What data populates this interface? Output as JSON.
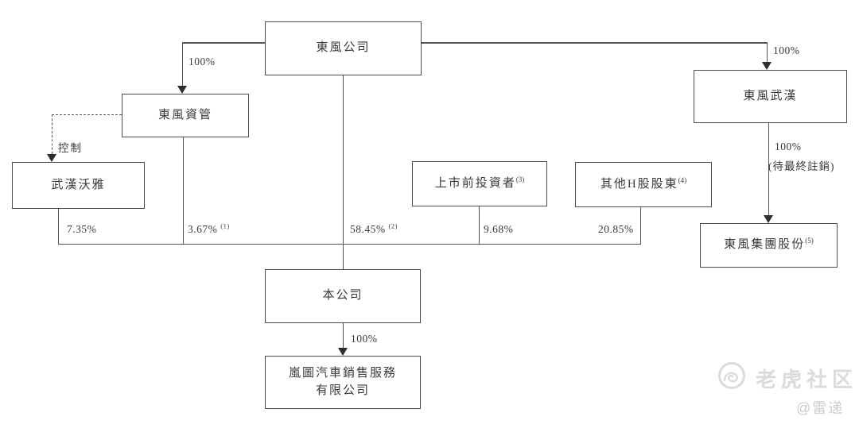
{
  "diagram": {
    "nodes": {
      "dongfeng_company": {
        "label": "東風公司"
      },
      "dongfeng_asset": {
        "label": "東風資管"
      },
      "wuhan_woya": {
        "label": "武漢沃雅"
      },
      "pre_ipo_investors": {
        "label": "上市前投資者",
        "sup": "(3)"
      },
      "other_h_shareholders": {
        "label": "其他H股股東",
        "sup": "(4)"
      },
      "dongfeng_wuhan": {
        "label": "東風武漢"
      },
      "dongfeng_group_shares": {
        "label": "東風集團股份",
        "sup": "(5)"
      },
      "the_company": {
        "label": "本公司"
      },
      "lantu_sales": {
        "line1": "嵐圖汽車銷售服務",
        "line2": "有限公司"
      }
    },
    "edge_labels": {
      "asset_pct": "100%",
      "control": "控制",
      "woya_pct": "7.35%",
      "asset_hold_pct": "3.67%",
      "asset_hold_sup": "(1)",
      "company_hold_pct": "58.45%",
      "company_hold_sup": "(2)",
      "preipo_pct": "9.68%",
      "h_share_pct": "20.85%",
      "wuhan_pct": "100%",
      "group_pct": "100%",
      "group_note": "(待最終註銷)",
      "lantu_pct": "100%"
    }
  },
  "watermark": {
    "brand": "老虎社区",
    "handle": "@雷递"
  },
  "colors": {
    "line": "#545454",
    "text": "#3a3a3a",
    "watermark": "#dbdbdb"
  }
}
